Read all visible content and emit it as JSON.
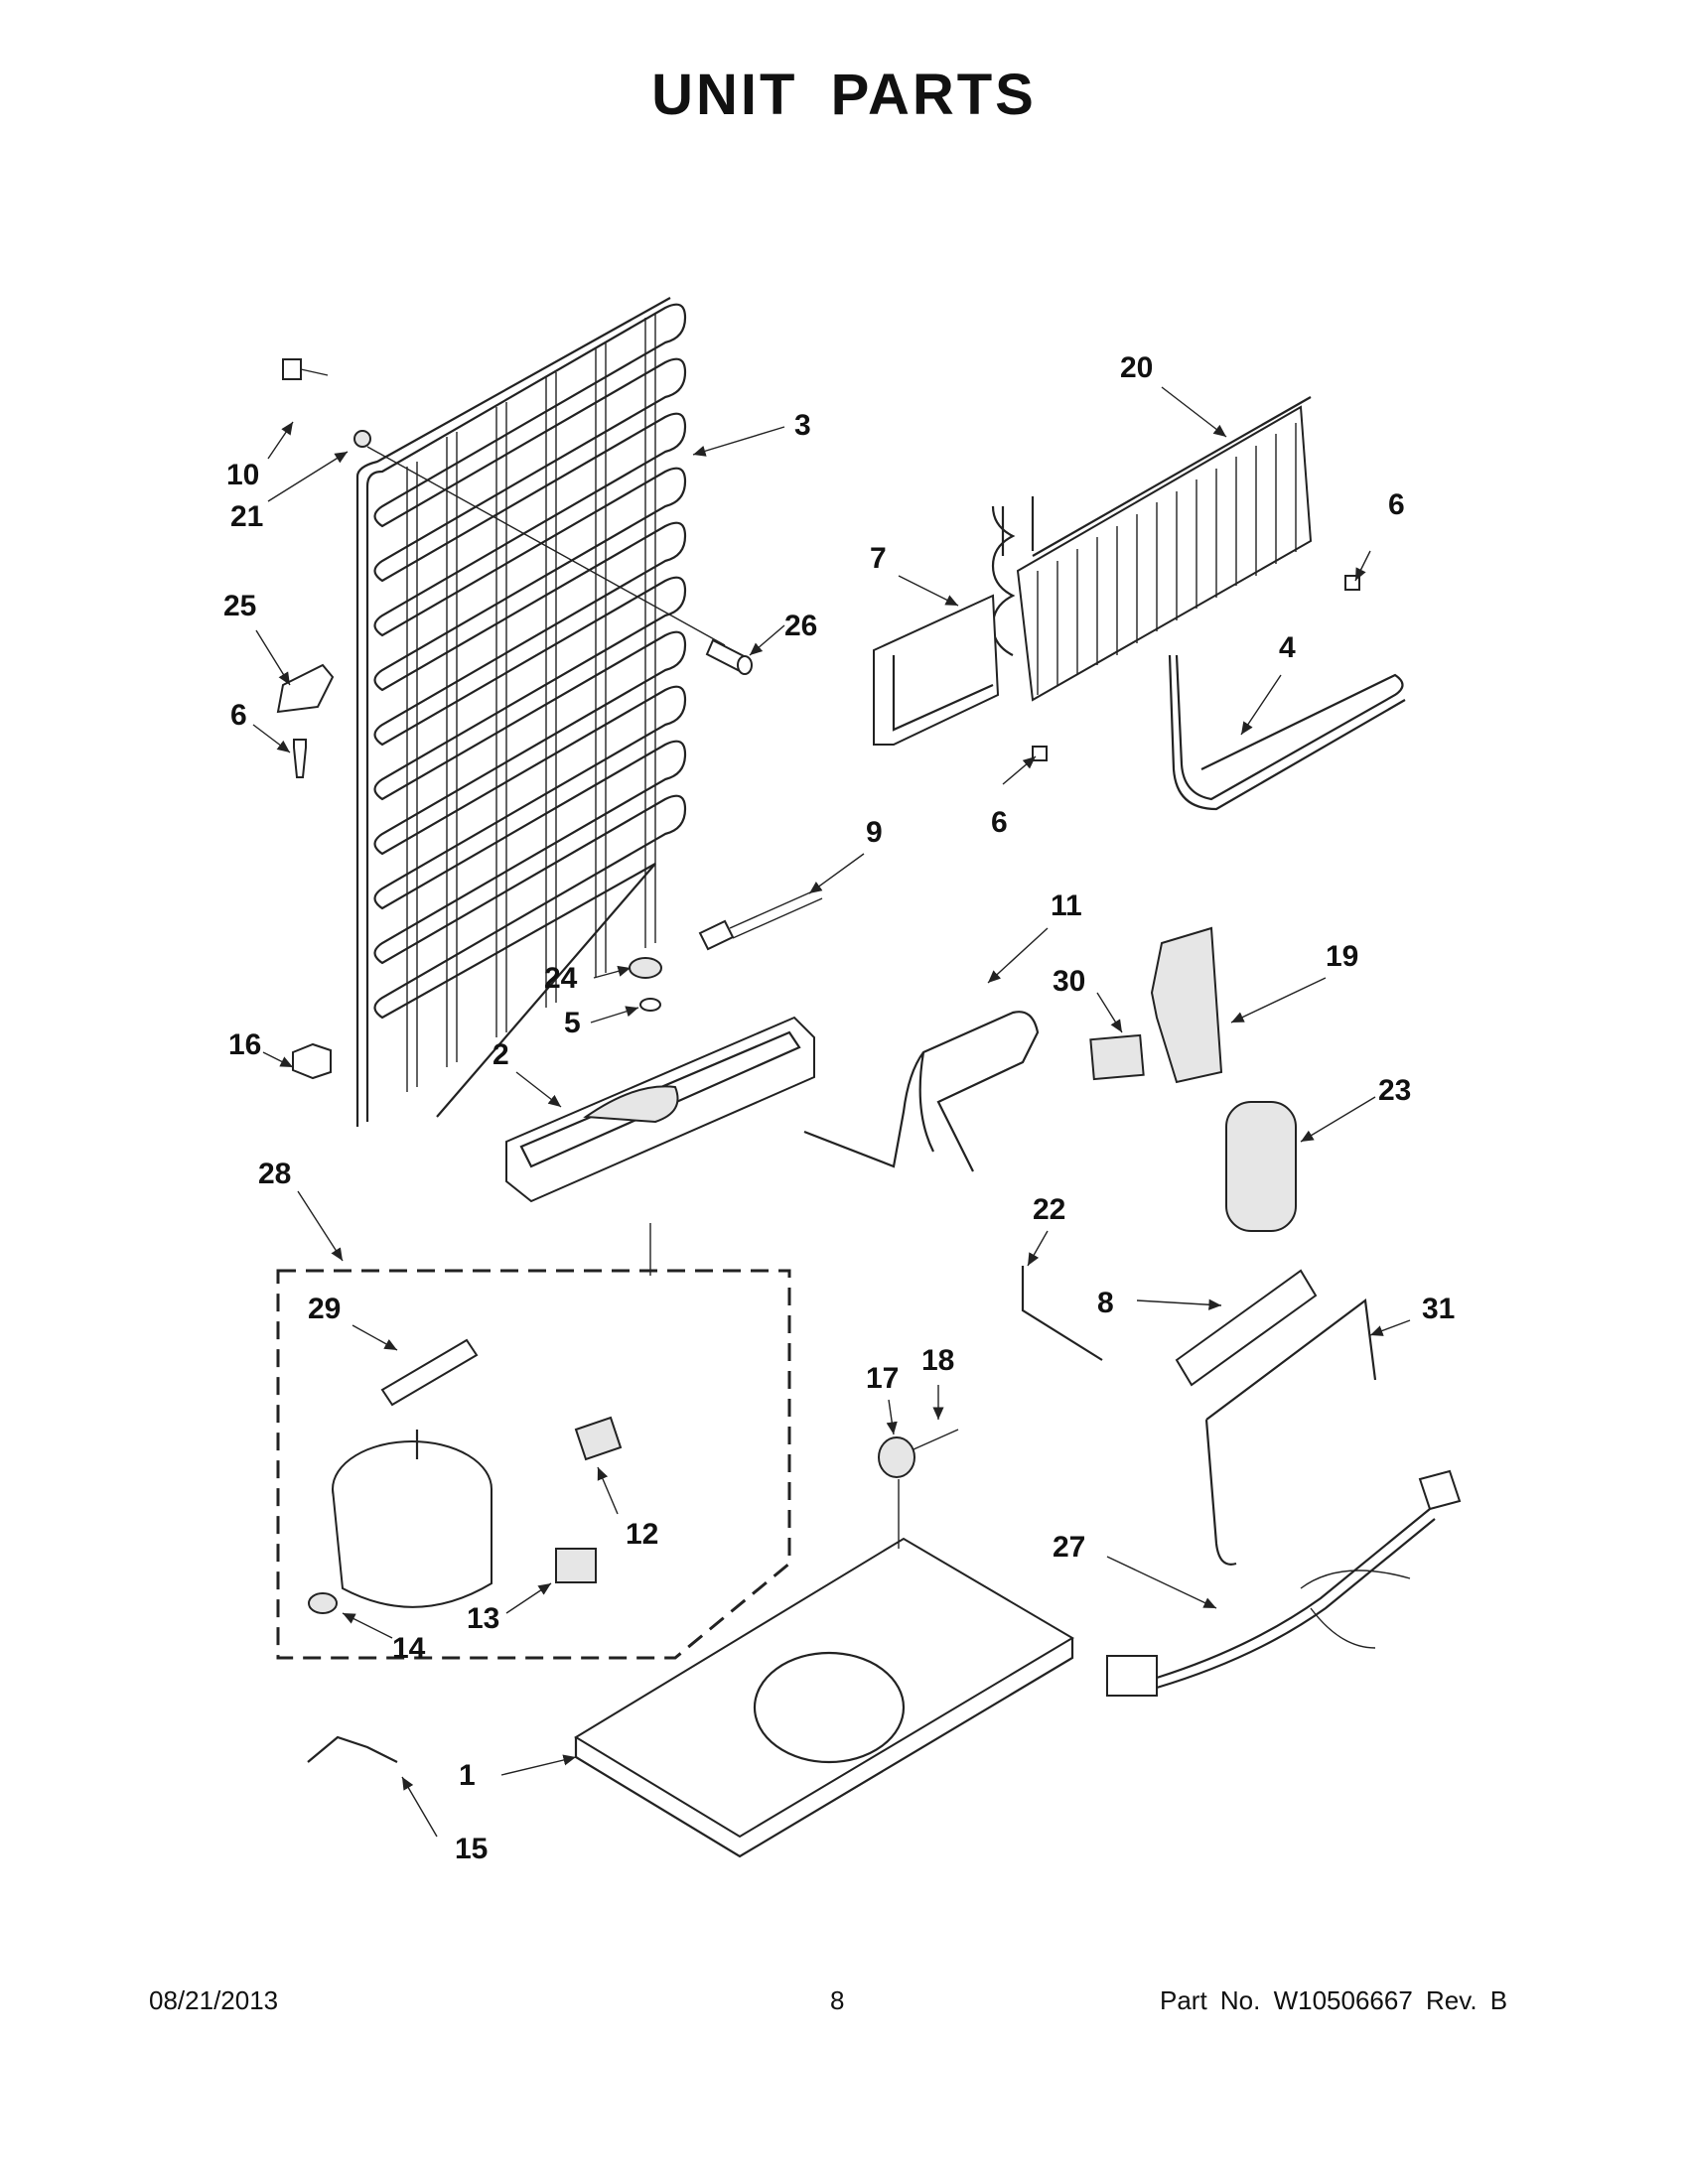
{
  "title": "UNIT PARTS",
  "callouts": [
    "1",
    "2",
    "3",
    "4",
    "5",
    "6",
    "6",
    "6",
    "7",
    "8",
    "9",
    "10",
    "11",
    "12",
    "13",
    "14",
    "15",
    "16",
    "17",
    "18",
    "19",
    "20",
    "21",
    "22",
    "23",
    "24",
    "25",
    "26",
    "27",
    "28",
    "29",
    "30",
    "31"
  ],
  "footer": {
    "date": "08/21/2013",
    "page": "8",
    "part_no": "Part No.  W10506667  Rev.  B"
  }
}
